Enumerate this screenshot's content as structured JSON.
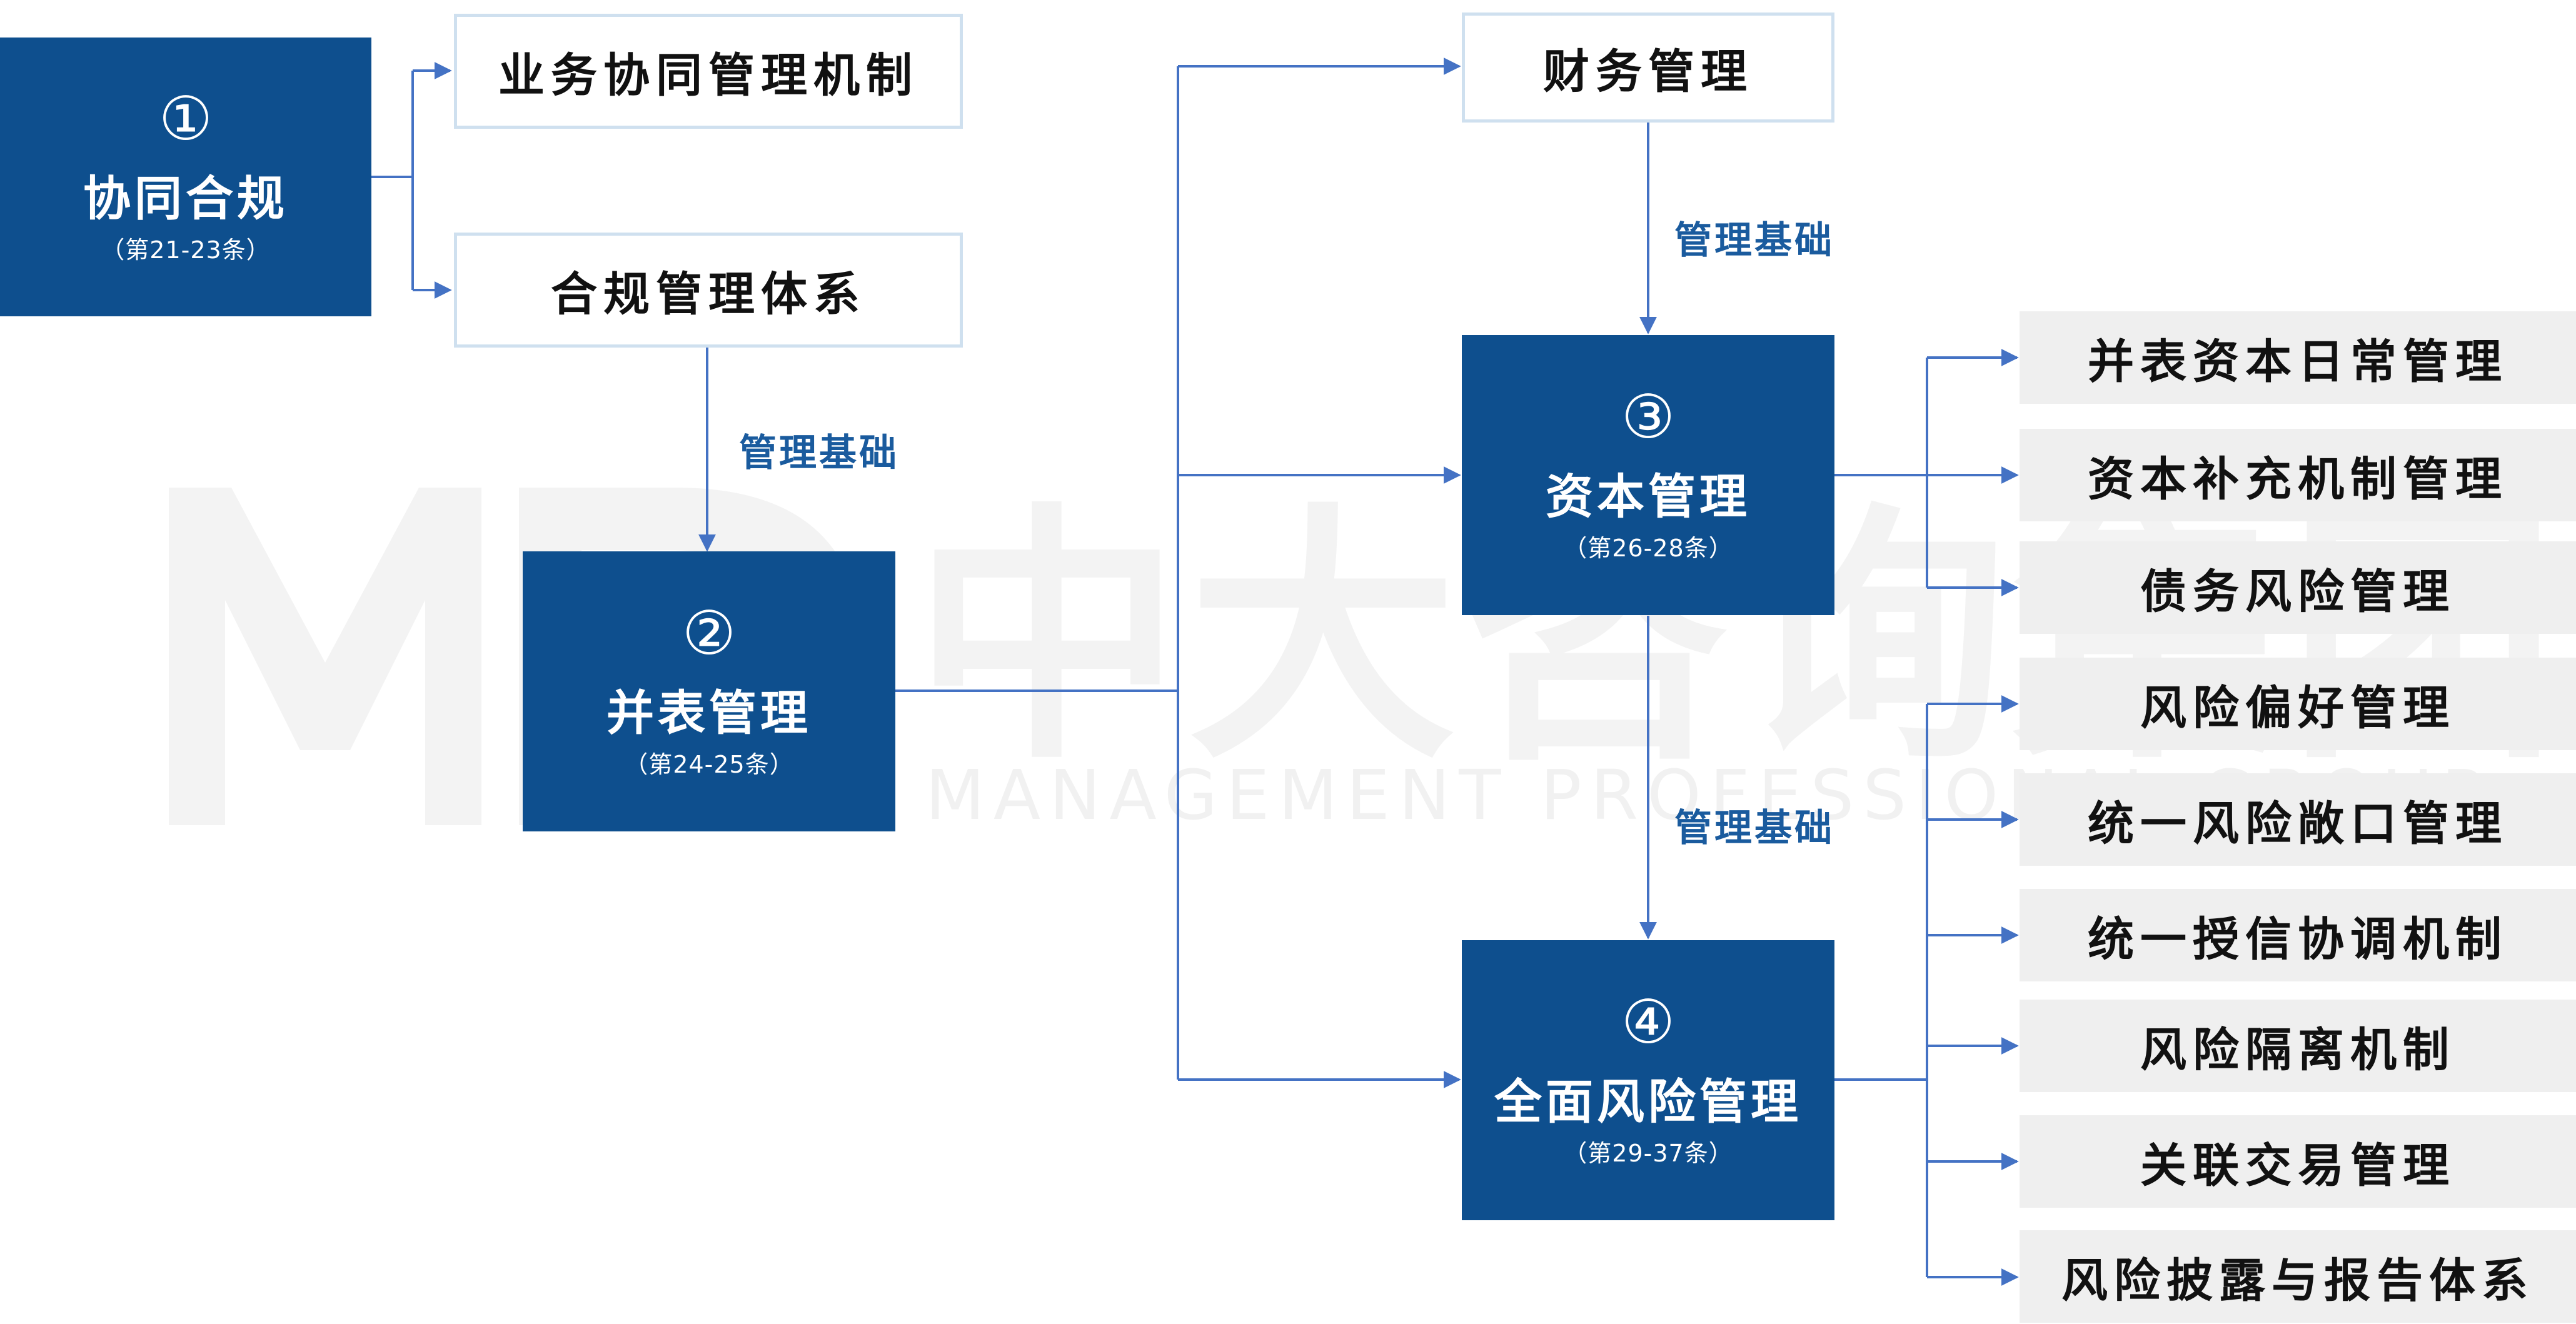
{
  "nodes": {
    "n1": {
      "num": "①",
      "title": "协同合规",
      "sub": "（第21-23条）"
    },
    "n2": {
      "num": "②",
      "title": "并表管理",
      "sub": "（第24-25条）"
    },
    "n3": {
      "num": "③",
      "title": "资本管理",
      "sub": "（第26-28条）"
    },
    "n4": {
      "num": "④",
      "title": "全面风险管理",
      "sub": "（第29-37条）"
    }
  },
  "compliance_items": [
    "业务协同管理机制",
    "合规管理体系"
  ],
  "finance": "财务管理",
  "capital_items": [
    "并表资本日常管理",
    "资本补充机制管理",
    "债务风险管理"
  ],
  "risk_items": [
    "风险偏好管理",
    "统一风险敞口管理",
    "统一授信协调机制",
    "风险隔离机制",
    "关联交易管理",
    "风险披露与报告体系"
  ],
  "link_labels": {
    "basis": "管理基础"
  },
  "watermark": {
    "cn": "中大咨询集团",
    "en": "MANAGEMENT PROFESSIONAL GROUP"
  },
  "colors": {
    "primary": "#0e4f8e",
    "arrow": "#4472c4",
    "label": "#1a5b9e",
    "grey_box": "#efefef",
    "outline": "#cfe0ef"
  }
}
